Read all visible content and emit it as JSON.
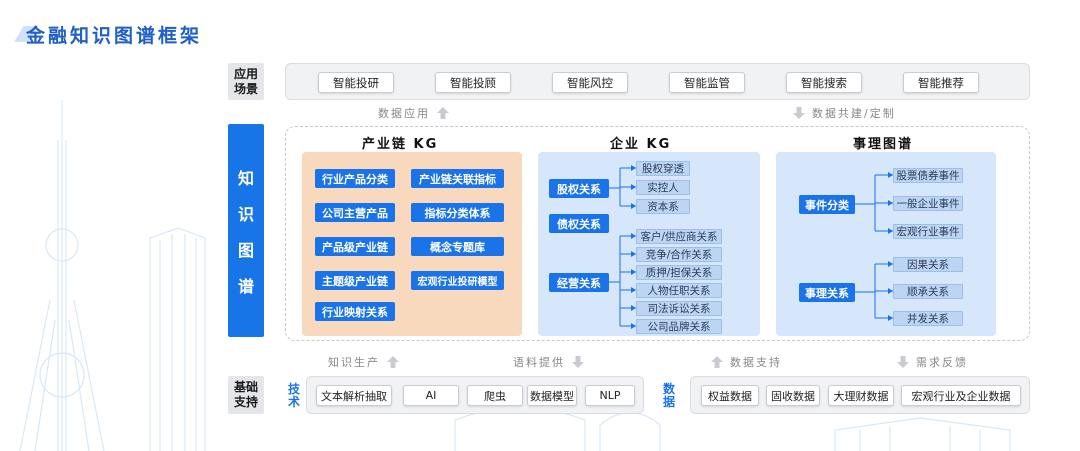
{
  "title": "金融知识图谱框架",
  "side": {
    "app_label": [
      "应用",
      "场景"
    ],
    "kg_label": [
      "知",
      "识",
      "图",
      "谱"
    ],
    "base_label": [
      "基础",
      "支持"
    ]
  },
  "apps": [
    "智能投研",
    "智能投顾",
    "智能风控",
    "智能监管",
    "智能搜索",
    "智能推荐"
  ],
  "flows": {
    "data_app": "数据应用",
    "data_share": "数据共建/定制",
    "knowledge_prod": "知识生产",
    "corpus": "语料提供",
    "data_support": "数据支持",
    "feedback": "需求反馈"
  },
  "industry_kg": {
    "title": "产业链 KG",
    "items": [
      "行业产品分类",
      "产业链关联指标",
      "公司主营产品",
      "指标分类体系",
      "产品级产业链",
      "概念专题库",
      "主题级产业链",
      "宏观行业投研模型",
      "行业映射关系"
    ]
  },
  "enterprise_kg": {
    "title": "企业 KG",
    "groups": [
      {
        "label": "股权关系",
        "tags": [
          "股权穿透",
          "实控人",
          "资本系"
        ]
      },
      {
        "label": "债权关系",
        "tags": []
      },
      {
        "label": "经营关系",
        "tags": [
          "客户/供应商关系",
          "竞争/合作关系",
          "质押/担保关系",
          "人物任职关系",
          "司法诉讼关系",
          "公司品牌关系"
        ]
      }
    ]
  },
  "event_kg": {
    "title": "事理图谱",
    "groups": [
      {
        "label": "事件分类",
        "tags": [
          "股票债券事件",
          "一般企业事件",
          "宏观行业事件"
        ]
      },
      {
        "label": "事理关系",
        "tags": [
          "因果关系",
          "顺承关系",
          "并发关系"
        ]
      }
    ]
  },
  "base": {
    "tech_label": [
      "技",
      "术"
    ],
    "tech": [
      "文本解析抽取",
      "AI",
      "爬虫",
      "数据模型",
      "NLP"
    ],
    "data_label": [
      "数",
      "据"
    ],
    "data": [
      "权益数据",
      "固收数据",
      "大理财数据",
      "宏观行业及企业数据"
    ]
  },
  "colors": {
    "primary_blue": "#1a73e8",
    "title_blue": "#1f5fc7",
    "orange_panel": "#f9d9be",
    "blue_panel": "#d6e6fb",
    "tag_blue": "#bdd5f5"
  }
}
